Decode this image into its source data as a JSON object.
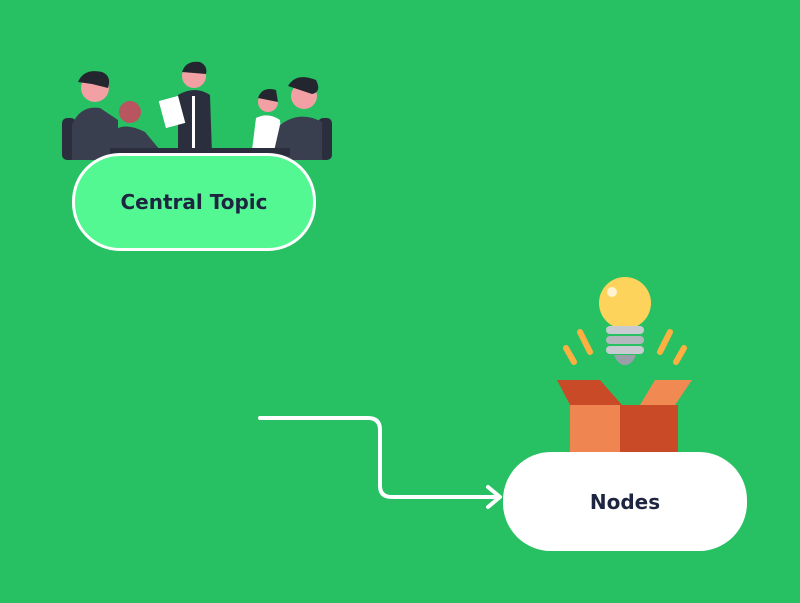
{
  "central_topic": {
    "label": "Central Topic",
    "illustration": "business-meeting-people"
  },
  "nodes": {
    "label": "Nodes",
    "illustration": "lightbulb-over-open-box"
  },
  "connector": {
    "type": "elbow-arrow",
    "from": "left",
    "to": "Nodes"
  },
  "colors": {
    "background": "#27c163",
    "central_fill": "#53f892",
    "node_fill": "#ffffff",
    "text": "#1e2540"
  }
}
